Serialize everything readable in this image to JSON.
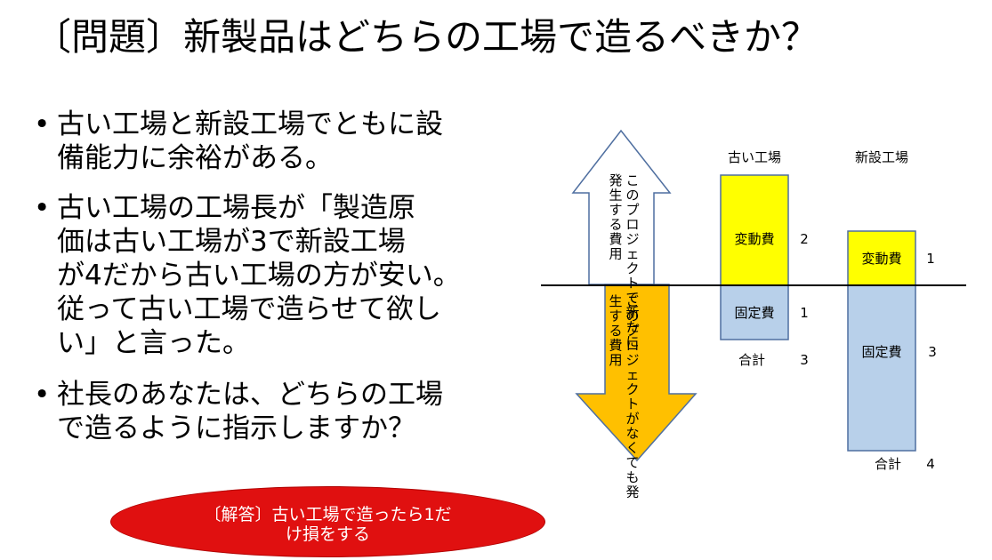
{
  "title": "〔問題〕新製品はどちらの工場で造るべきか？",
  "bullets": [
    {
      "marker": "•",
      "lines": [
        "古い工場と新設工場でともに設",
        "備能力に余裕がある。"
      ]
    },
    {
      "marker": "•",
      "lines": [
        "古い工場の工場長が「製造原",
        "価は古い工場が3で新設工場",
        "が4だから古い工場の方が安い。",
        "従って古い工場で造らせて欲し",
        "い」と言った。"
      ]
    },
    {
      "marker": "•",
      "lines": [
        "社長のあなたは、どちらの工場",
        "で造るように指示しますか？"
      ]
    }
  ],
  "answer": {
    "lines": [
      "〔解答〕古い工場で造ったら1だ",
      "け損をする"
    ]
  },
  "diagram": {
    "up_arrow": {
      "col1": "発生する費用",
      "col2": "このプロジェクトで新たに"
    },
    "down_arrow": {
      "col1": "生する費用",
      "col2": "このプロジェクトがなくても発"
    },
    "old_factory": {
      "header": "古い工場",
      "variable": {
        "label": "変動費",
        "value": "2"
      },
      "fixed": {
        "label": "固定費",
        "value": "1"
      },
      "total": {
        "label": "合計",
        "value": "3"
      }
    },
    "new_factory": {
      "header": "新設工場",
      "variable": {
        "label": "変動費",
        "value": "1"
      },
      "fixed": {
        "label": "固定費",
        "value": "3"
      },
      "total": {
        "label": "合計",
        "value": "4"
      }
    },
    "colors": {
      "up_arrow_fill": "#ffffff",
      "up_arrow_stroke": "#4f6fa0",
      "down_arrow_fill": "#ffc000",
      "variable_fill": "#ffff00",
      "fixed_fill": "#b8d0ea",
      "box_stroke": "#4f6fa0",
      "answer_fill": "#e01010"
    }
  }
}
